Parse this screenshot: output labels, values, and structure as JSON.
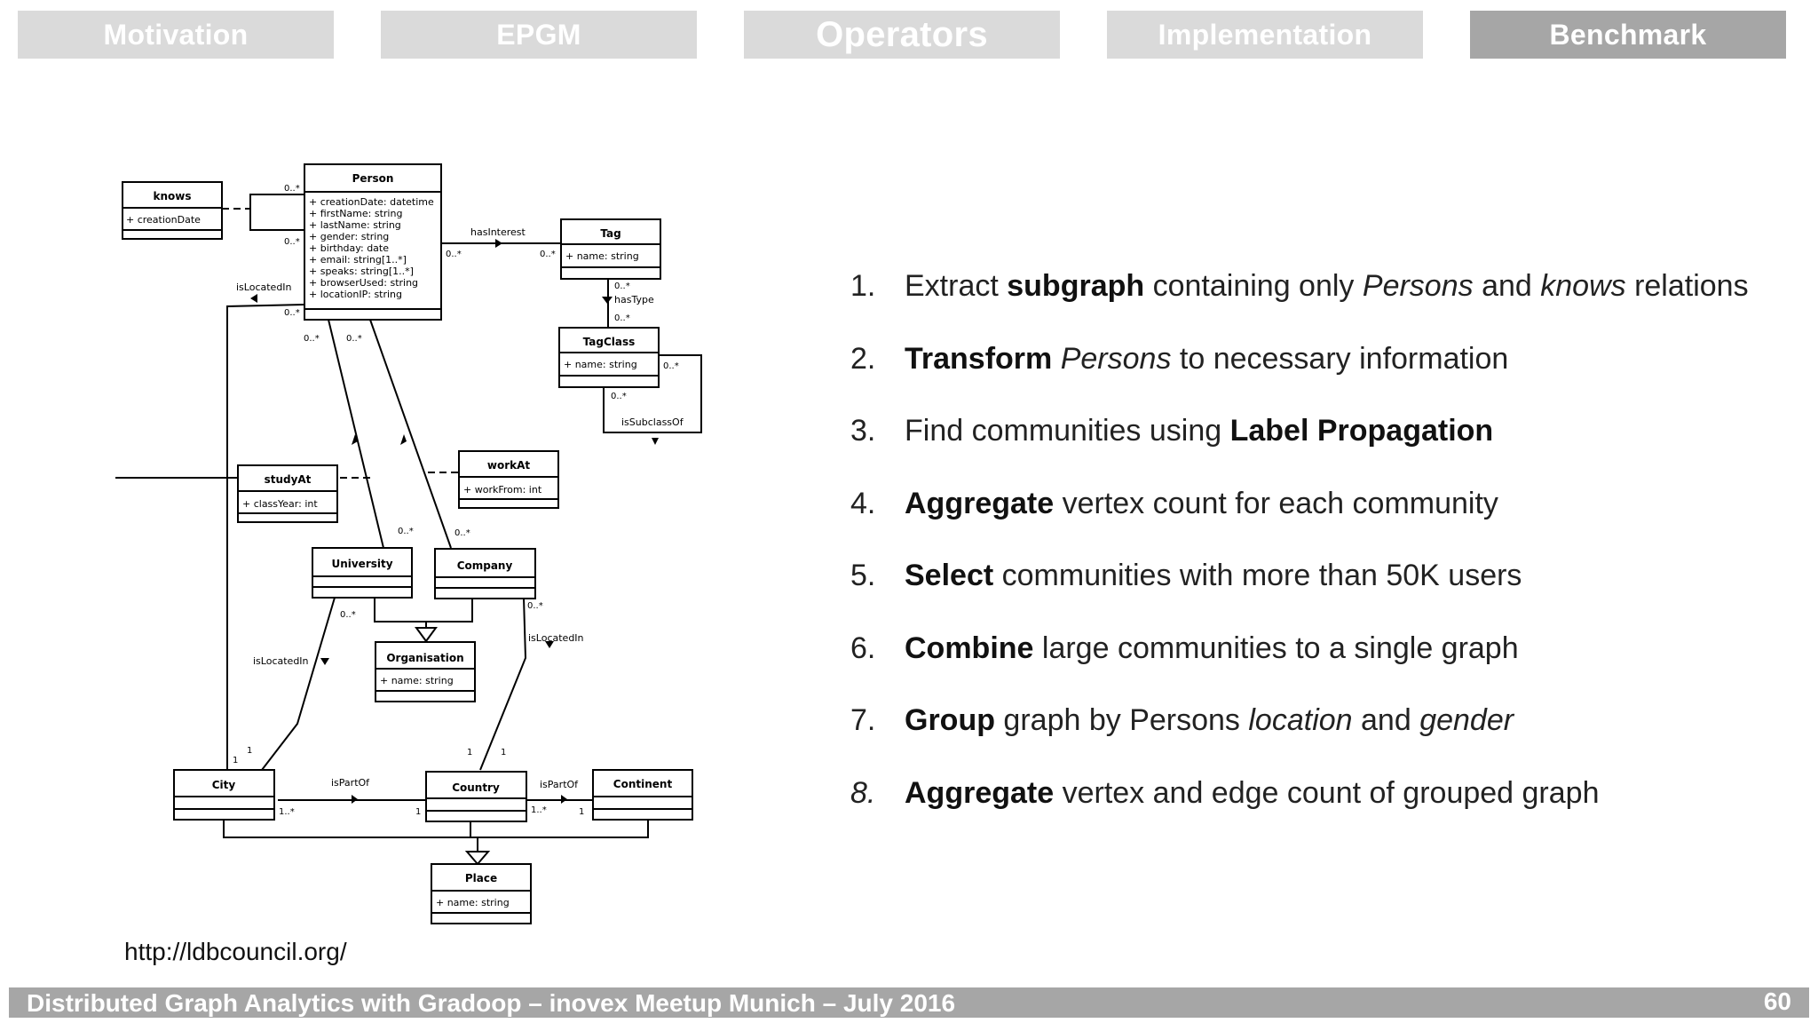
{
  "nav": {
    "tabs": [
      {
        "label": "Motivation"
      },
      {
        "label": "EPGM"
      },
      {
        "label": "Operators"
      },
      {
        "label": "Implementation"
      },
      {
        "label": "Benchmark"
      }
    ]
  },
  "diagram": {
    "classes": {
      "knows": {
        "title": "knows",
        "attrs": [
          "+ creationDate"
        ]
      },
      "person": {
        "title": "Person",
        "attrs": [
          "+ creationDate: datetime",
          "+ firstName: string",
          "+ lastName: string",
          "+ gender: string",
          "+ birthday: date",
          "+ email: string[1..*]",
          "+ speaks: string[1..*]",
          "+ browserUsed: string",
          "+ locationIP: string"
        ]
      },
      "tag": {
        "title": "Tag",
        "attrs": [
          "+ name: string"
        ]
      },
      "tagclass": {
        "title": "TagClass",
        "attrs": [
          "+ name: string"
        ]
      },
      "studyat": {
        "title": "studyAt",
        "attrs": [
          "+ classYear: int"
        ]
      },
      "workat": {
        "title": "workAt",
        "attrs": [
          "+ workFrom: int"
        ]
      },
      "university": {
        "title": "University"
      },
      "company": {
        "title": "Company"
      },
      "organisation": {
        "title": "Organisation",
        "attrs": [
          "+ name: string"
        ]
      },
      "city": {
        "title": "City"
      },
      "country": {
        "title": "Country"
      },
      "continent": {
        "title": "Continent"
      },
      "place": {
        "title": "Place",
        "attrs": [
          "+ name: string"
        ]
      }
    },
    "edge_labels": {
      "has_interest": "hasInterest",
      "has_type": "hasType",
      "is_subclass_of": "isSubclassOf",
      "is_located_in": "isLocatedIn",
      "is_part_of": "isPartOf"
    },
    "multiplicity": {
      "many": "0..*",
      "one": "1",
      "one_many": "1..*"
    }
  },
  "steps": [
    {
      "num": "1.",
      "parts": [
        {
          "t": "Extract "
        },
        {
          "t": "subgraph",
          "b": true
        },
        {
          "t": " containing only "
        },
        {
          "t": "Persons",
          "i": true
        },
        {
          "t": " and "
        },
        {
          "t": "knows",
          "i": true
        },
        {
          "t": " relations"
        }
      ]
    },
    {
      "num": "2.",
      "parts": [
        {
          "t": "Transform",
          "b": true
        },
        {
          "t": " "
        },
        {
          "t": "Persons",
          "i": true
        },
        {
          "t": " to necessary information"
        }
      ]
    },
    {
      "num": "3.",
      "parts": [
        {
          "t": "Find communities using "
        },
        {
          "t": "Label Propagation",
          "b": true
        }
      ]
    },
    {
      "num": "4.",
      "parts": [
        {
          "t": "Aggregate",
          "b": true
        },
        {
          "t": " vertex count for each community"
        }
      ]
    },
    {
      "num": "5.",
      "parts": [
        {
          "t": "Select",
          "b": true
        },
        {
          "t": " communities with more than 50K users"
        }
      ]
    },
    {
      "num": "6.",
      "parts": [
        {
          "t": "Combine",
          "b": true
        },
        {
          "t": " large communities to a single graph"
        }
      ]
    },
    {
      "num": "7.",
      "parts": [
        {
          "t": "Group",
          "b": true
        },
        {
          "t": " graph by Persons "
        },
        {
          "t": "location",
          "i": true
        },
        {
          "t": " and "
        },
        {
          "t": "gender",
          "i": true
        }
      ]
    },
    {
      "num": "8.",
      "num_italic": true,
      "parts": [
        {
          "t": "Aggregate",
          "b": true
        },
        {
          "t": " vertex and edge count of grouped graph"
        }
      ]
    }
  ],
  "source_url": "http://ldbcouncil.org/",
  "footer": {
    "text": "Distributed Graph Analytics with Gradoop – inovex Meetup Munich – July 2016",
    "page": "60"
  }
}
